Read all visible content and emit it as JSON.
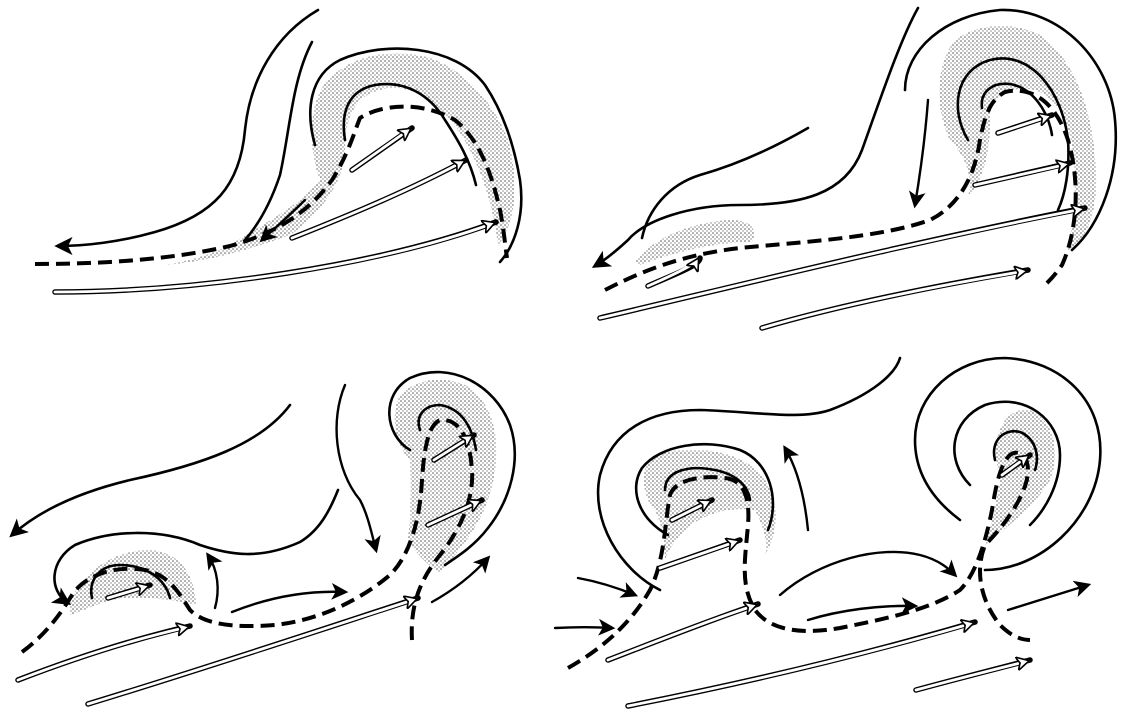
{
  "figure": {
    "panels": [
      {
        "id": "panel-1",
        "position": "top-left"
      },
      {
        "id": "panel-2",
        "position": "top-right"
      },
      {
        "id": "panel-3",
        "position": "bottom-left"
      },
      {
        "id": "panel-4",
        "position": "bottom-right"
      }
    ],
    "colors": {
      "ink": "#000000",
      "background": "#ffffff",
      "stipple": "#4a4a4a"
    },
    "legend_text": []
  }
}
